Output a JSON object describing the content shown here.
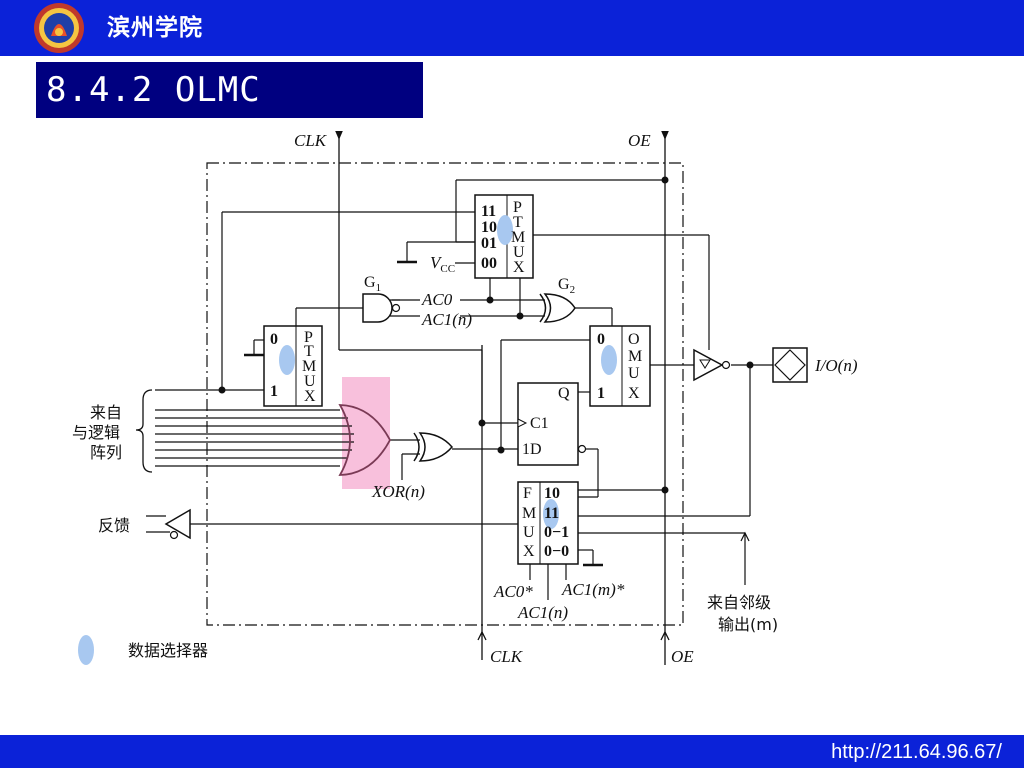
{
  "header": {
    "school_name": "滨州学院"
  },
  "slide": {
    "title": "8.4.2 OLMC"
  },
  "footer": {
    "url": "http://211.64.96.67/"
  },
  "colors": {
    "header_blue": "#0b22d8",
    "title_box": "#000080",
    "mux_marker": "#a8c8f0",
    "highlight": "#f8c0dc"
  },
  "diagram": {
    "clk_top": "CLK",
    "oe_top": "OE",
    "clk_bottom": "CLK",
    "oe_bottom": "OE",
    "ptmux_top": {
      "inputs": [
        "11",
        "10",
        "01",
        "00"
      ],
      "name": [
        "P",
        "T",
        "M",
        "U",
        "X"
      ]
    },
    "vcc": "V",
    "vcc_sub": "CC",
    "g1": "G",
    "g1_sub": "1",
    "g2": "G",
    "g2_sub": "2",
    "ac0": "AC0",
    "ac1n": "AC1(n)",
    "ptmux_left": {
      "inputs": [
        "0",
        "1"
      ],
      "name": [
        "P",
        "T",
        "M",
        "U",
        "X"
      ]
    },
    "omux": {
      "inputs": [
        "0",
        "1"
      ],
      "name": [
        "O",
        "M",
        "U",
        "X"
      ]
    },
    "dff": {
      "q": "Q",
      "c1": "C1",
      "d": "1D"
    },
    "io": "I/O(n)",
    "and_array": [
      "来自",
      "与逻辑",
      "阵列"
    ],
    "xor": "XOR(n)",
    "feedback": "反馈",
    "fmux": {
      "name": [
        "F",
        "M",
        "U",
        "X"
      ],
      "inputs": [
        "10",
        "11",
        "0−1",
        "0−0"
      ]
    },
    "ac0_star": "AC0*",
    "ac1m_star": "AC1(m)*",
    "ac1n_bottom": "AC1(n)",
    "neighbor": [
      "来自邻级",
      "输出(m)"
    ],
    "legend": "数据选择器"
  }
}
